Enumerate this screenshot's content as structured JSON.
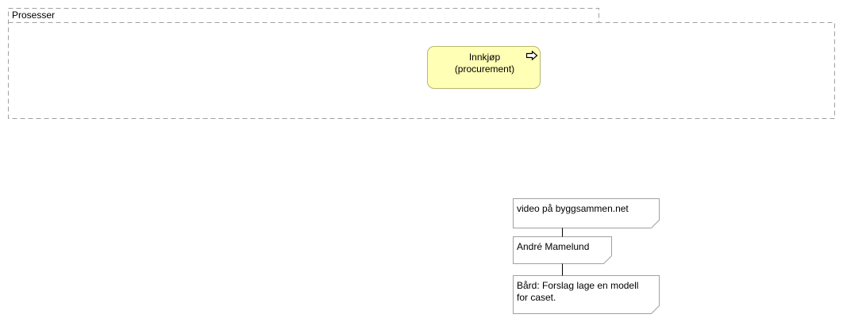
{
  "group": {
    "label": "Prosesser"
  },
  "process": {
    "line1": "Innkjøp",
    "line2": "(procurement)",
    "icon": "process-arrow-icon"
  },
  "notes": [
    {
      "lines": [
        "video på byggsammen.net"
      ]
    },
    {
      "lines": [
        "André Mamelund"
      ]
    },
    {
      "lines": [
        "Bård: Forslag lage en modell",
        "for caset."
      ]
    }
  ],
  "colors": {
    "process_fill": "#ffffb5",
    "process_border": "#b8b86f",
    "group_border": "#a0a0a0",
    "note_border": "#a0a0a0",
    "connector": "#000000"
  }
}
